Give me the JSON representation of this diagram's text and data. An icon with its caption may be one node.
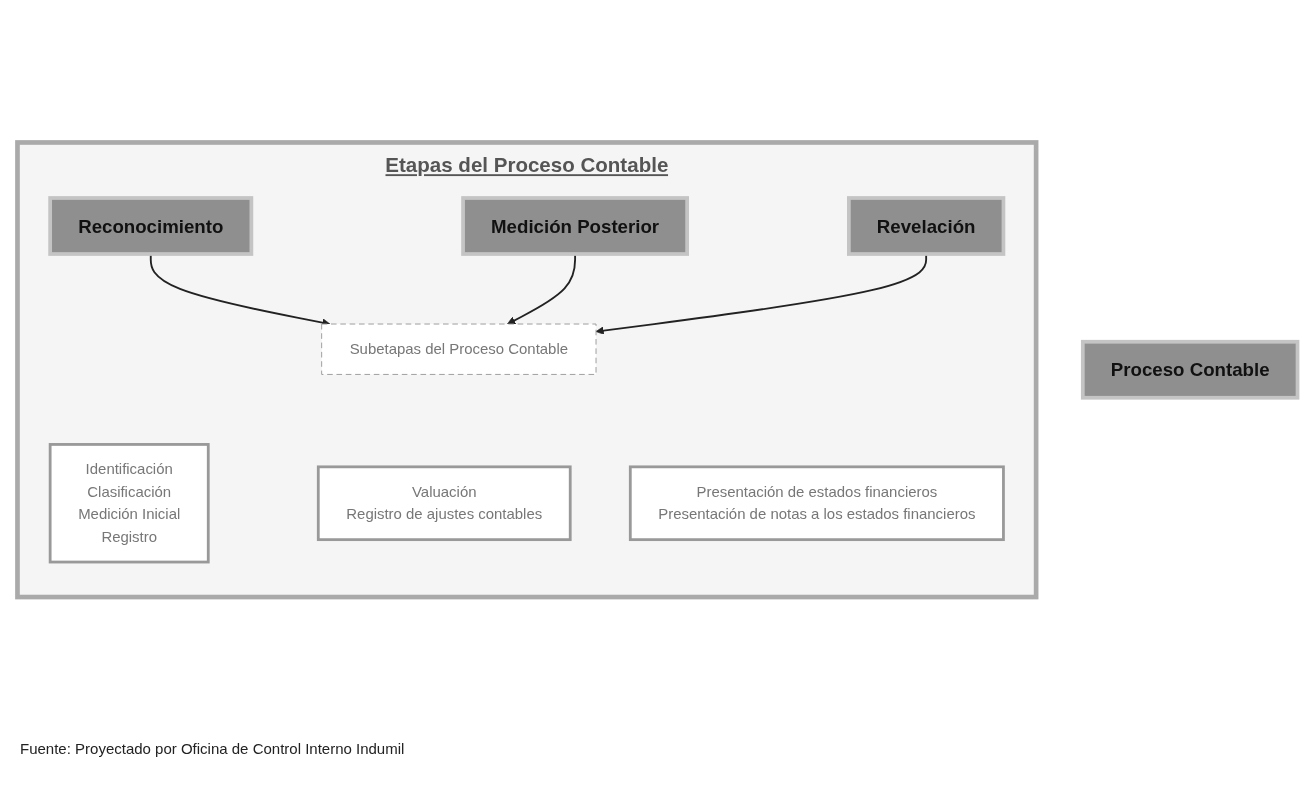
{
  "diagram": {
    "caption": "Fuente: Proyectado por Oficina de Control Interno Indumil",
    "nodes": [
      {
        "text": [
          "Etapas del Proceso Contable"
        ]
      },
      {
        "text": [
          "Reconocimiento"
        ],
        "in": 0
      },
      {
        "text": [
          "Medición Posterior"
        ],
        "in": 0
      },
      {
        "text": [
          "Revelación"
        ],
        "in": 0
      },
      {
        "text": [
          "Subetapas del Proceso Contable"
        ],
        "in": 0
      },
      {
        "text": [
          "Identificación",
          "Clasificación",
          "Medición Inicial",
          "Registro"
        ],
        "in": 0
      },
      {
        "text": [
          "Valuación",
          "Registro de ajustes contables"
        ],
        "in": 0
      },
      {
        "text": [
          "Presentación de estados financieros",
          "Presentación de notas a los estados financieros"
        ],
        "in": 0
      },
      {
        "text": [
          "Proceso Contable"
        ]
      }
    ],
    "edges": [
      {
        "from": 1,
        "to": 4,
        "arrow": "to"
      },
      {
        "from": 2,
        "to": 4,
        "arrow": "to"
      },
      {
        "from": 3,
        "to": 4,
        "arrow": "to"
      }
    ]
  }
}
